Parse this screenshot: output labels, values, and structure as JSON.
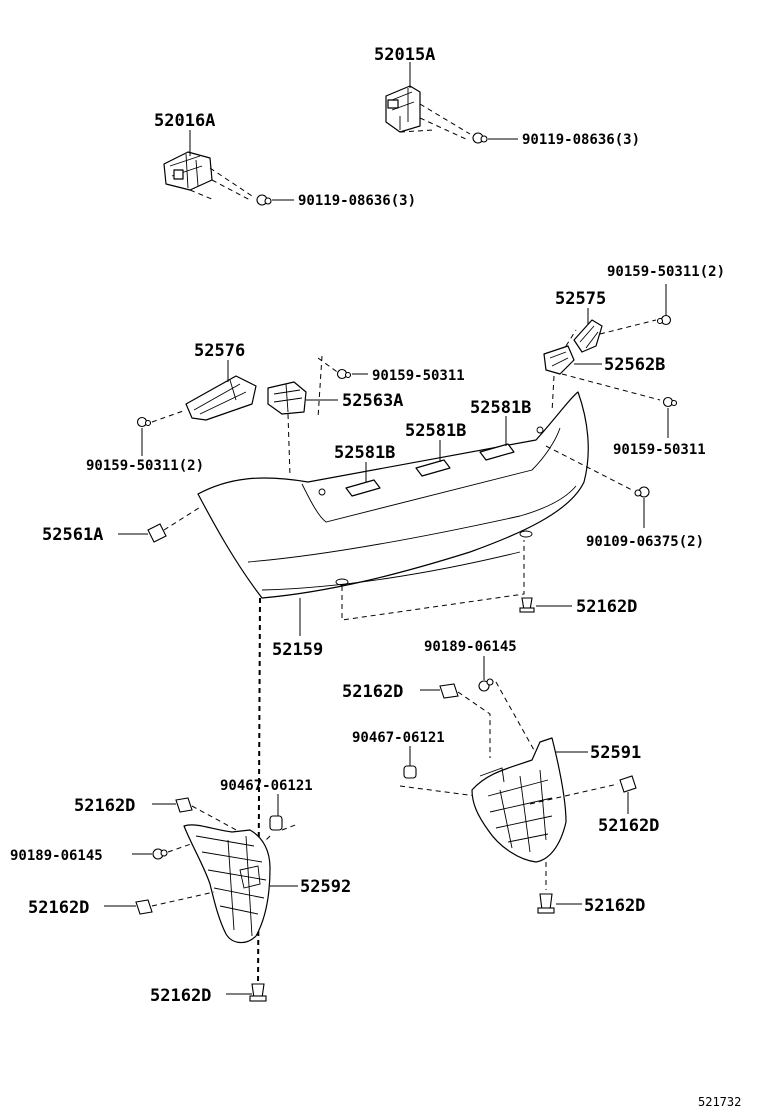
{
  "diagram": {
    "figure_code": "521732",
    "labels": {
      "p52015A": "52015A",
      "p52016A": "52016A",
      "s9011908636_a": "90119-08636(3)",
      "s9011908636_b": "90119-08636(3)",
      "s9015950311_2a": "90159-50311(2)",
      "p52575": "52575",
      "p52562B": "52562B",
      "p52576": "52576",
      "s9015950311_a": "90159-50311",
      "p52563A": "52563A",
      "p52581B_a": "52581B",
      "p52581B_b": "52581B",
      "p52581B_c": "52581B",
      "s9015950311_2b": "90159-50311(2)",
      "s9015950311_b": "90159-50311",
      "p52561A": "52561A",
      "s9010906375": "90109-06375(2)",
      "p52162D_a": "52162D",
      "p52159": "52159",
      "s9018906145_a": "90189-06145",
      "p52162D_b": "52162D",
      "s9046706121_a": "90467-06121",
      "p52591": "52591",
      "s9046706121_b": "90467-06121",
      "p52162D_c": "52162D",
      "p52162D_d": "52162D",
      "s9018906145_b": "90189-06145",
      "p52592": "52592",
      "p52162D_e": "52162D",
      "p52162D_f": "52162D",
      "p52162D_g": "52162D"
    }
  }
}
